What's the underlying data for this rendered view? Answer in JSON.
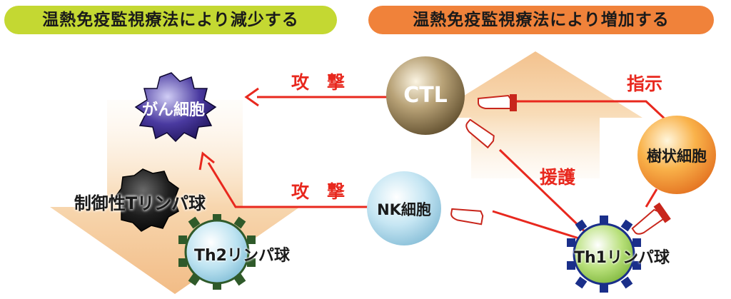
{
  "headers": {
    "decrease": "温熱免疫監視療法により減少する",
    "increase": "温熱免疫監視療法により増加する"
  },
  "cells": {
    "cancer": "がん細胞",
    "ctl": "CTL",
    "nk": "NK細胞",
    "dendritic": "樹状細胞",
    "treg": "制御性Tリンパ球",
    "th2": "Th2リンパ球",
    "th1": "Th1リンパ球"
  },
  "arrows": {
    "attack_top": "攻　撃",
    "attack_bottom": "攻　撃",
    "instruct": "指示",
    "support": "援護"
  },
  "colors": {
    "decrease_pill": "#c4d832",
    "increase_pill": "#f0823a",
    "attack_line": "#e8281e"
  }
}
